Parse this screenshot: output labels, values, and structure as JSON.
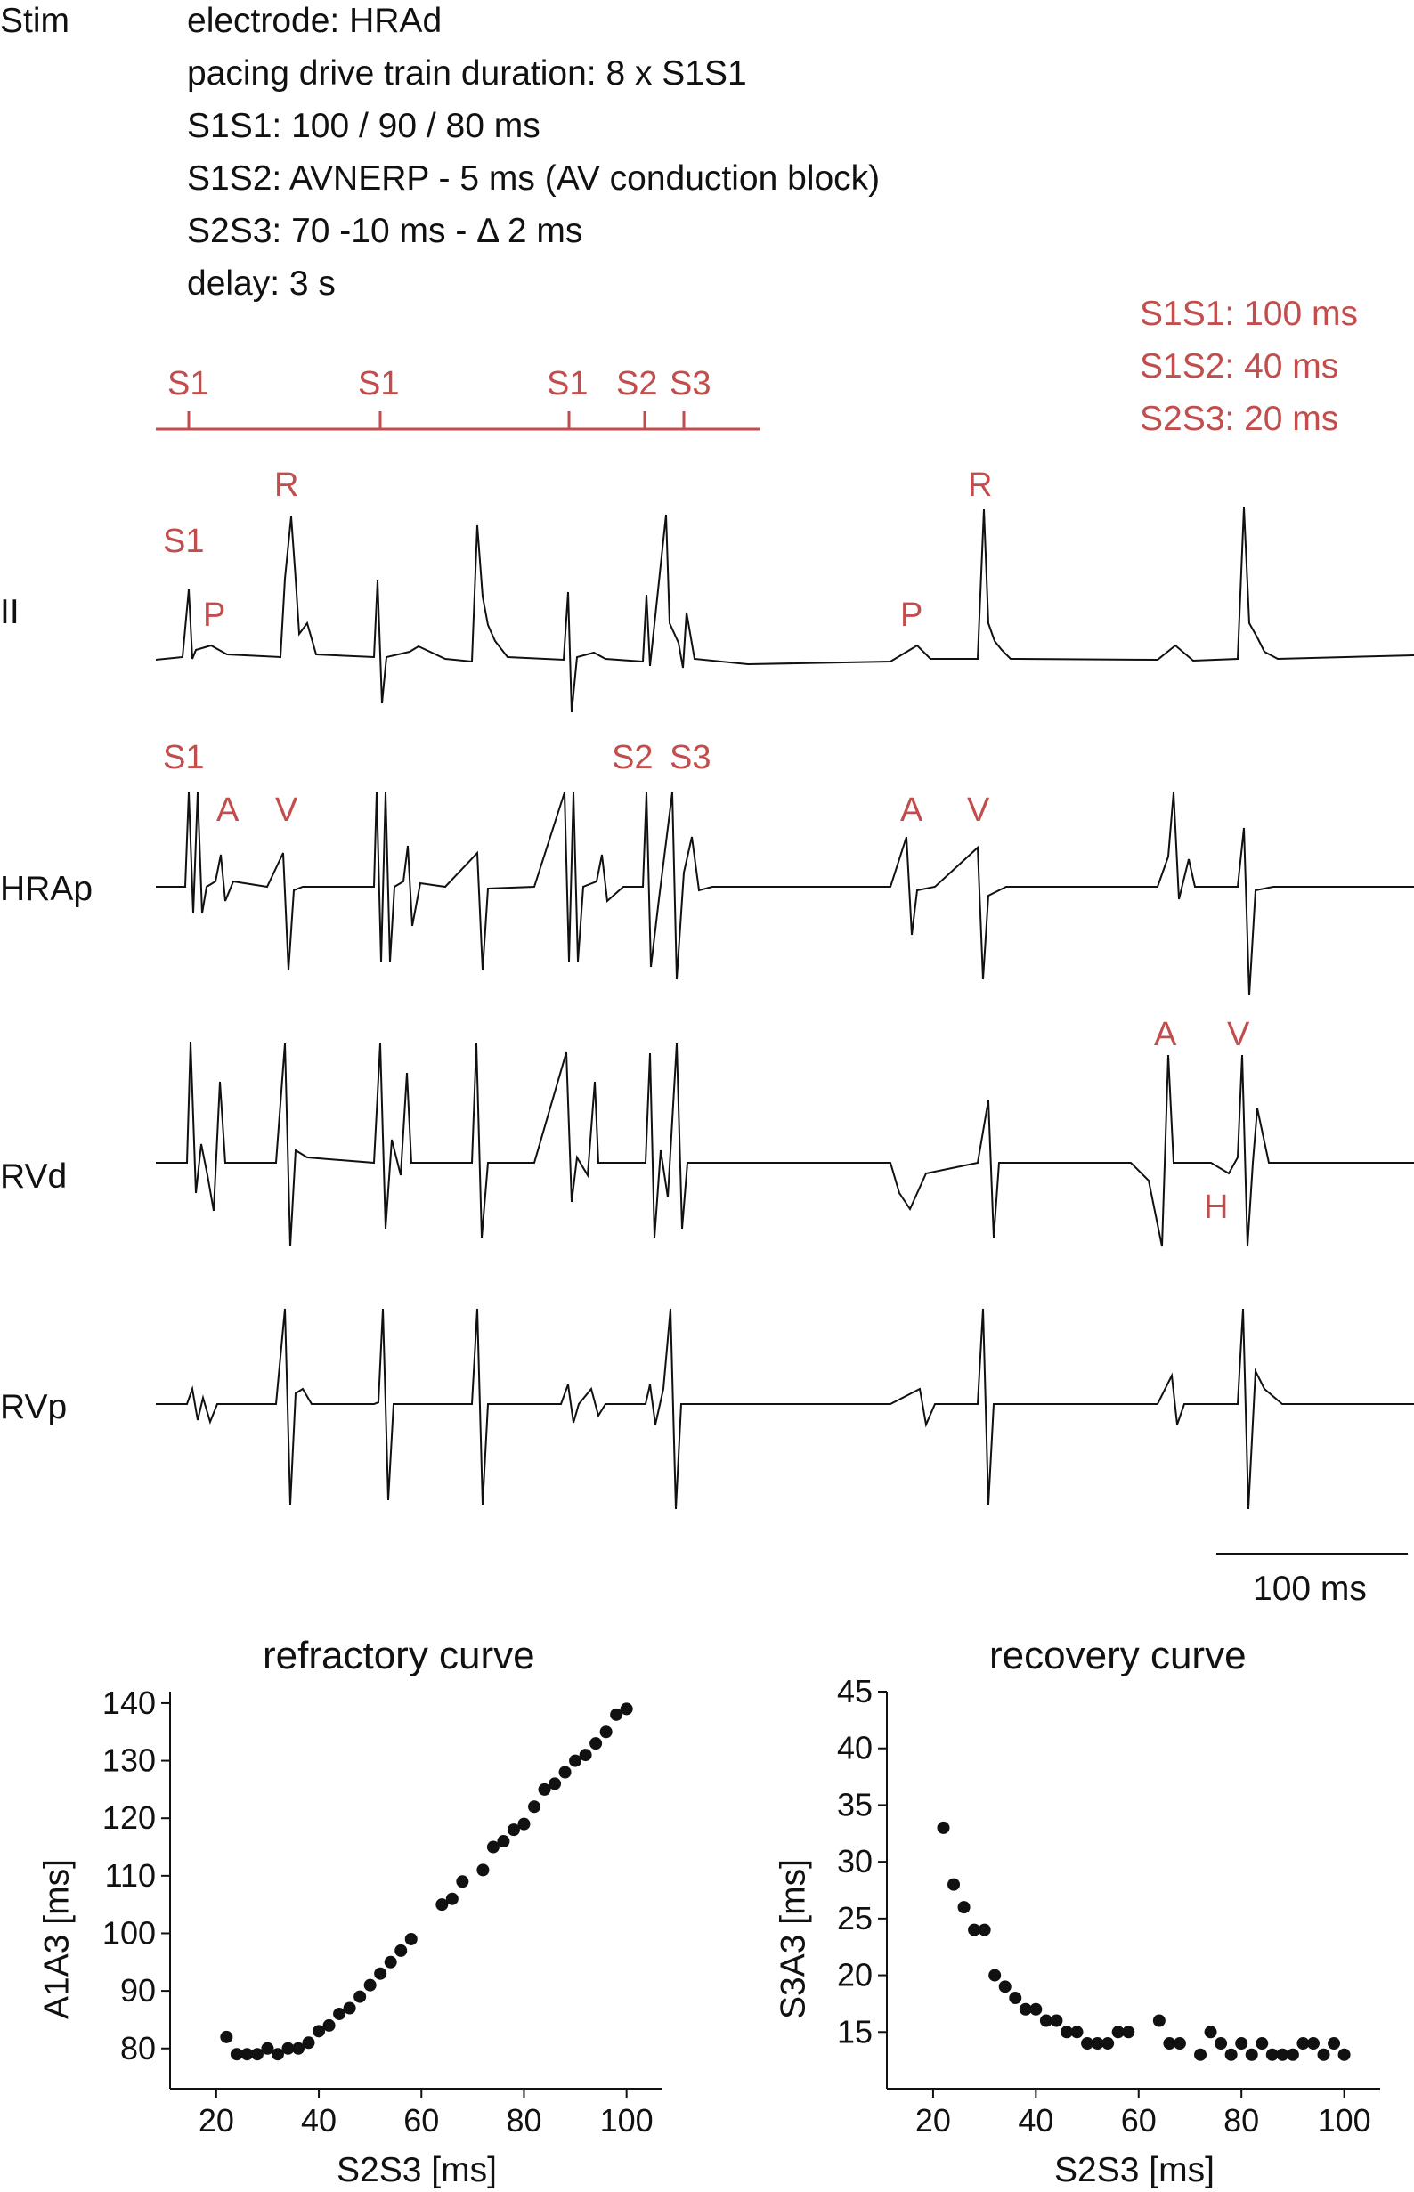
{
  "header": {
    "stim_label": "Stim",
    "lines": [
      "electrode: HRAd",
      "pacing drive train duration: 8 x S1S1",
      "S1S1: 100 / 90 / 80 ms",
      "S1S2: AVNERP - 5 ms (AV conduction block)",
      "S2S3: 70 -10 ms - Δ 2 ms",
      "delay: 3 s"
    ]
  },
  "protocol": {
    "lines": [
      "S1S1: 100 ms",
      "S1S2: 40 ms",
      "S2S3: 20 ms"
    ],
    "stim_markers": [
      "S1",
      "S1",
      "S1",
      "S2",
      "S3"
    ]
  },
  "traces": {
    "labels": [
      "II",
      "HRAp",
      "RVd",
      "RVp"
    ],
    "annotations": {
      "ii": [
        "S1",
        "P",
        "R",
        "R",
        "P"
      ],
      "hrap": [
        "S1",
        "A",
        "V",
        "S2",
        "S3",
        "A",
        "V"
      ],
      "rvd": [
        "A",
        "V",
        "H"
      ]
    },
    "scale_bar_label": "100 ms"
  },
  "colors": {
    "annotation": "#c24d4d",
    "trace": "#111111"
  },
  "chart_data": [
    {
      "type": "scatter",
      "title": "refractory curve",
      "xlabel": "S2S3 [ms]",
      "ylabel": "A1A3 [ms]",
      "xlim": [
        11,
        107
      ],
      "ylim": [
        73,
        142
      ],
      "xticks": [
        20,
        40,
        60,
        80,
        100
      ],
      "yticks": [
        80,
        90,
        100,
        110,
        120,
        130,
        140
      ],
      "x": [
        22,
        24,
        26,
        28,
        30,
        32,
        34,
        36,
        38,
        40,
        42,
        44,
        46,
        48,
        50,
        52,
        54,
        56,
        58,
        64,
        66,
        68,
        72,
        74,
        76,
        78,
        80,
        82,
        84,
        86,
        88,
        90,
        92,
        94,
        96,
        98,
        100
      ],
      "y": [
        82,
        79,
        79,
        79,
        80,
        79,
        80,
        80,
        81,
        83,
        84,
        86,
        87,
        89,
        91,
        93,
        95,
        97,
        99,
        105,
        106,
        109,
        111,
        115,
        116,
        118,
        119,
        122,
        125,
        126,
        128,
        130,
        131,
        133,
        135,
        138,
        139
      ]
    },
    {
      "type": "scatter",
      "title": "recovery curve",
      "xlabel": "S2S3 [ms]",
      "ylabel": "S3A3 [ms]",
      "xlim": [
        11,
        107
      ],
      "ylim": [
        10,
        45
      ],
      "xticks": [
        20,
        40,
        60,
        80,
        100
      ],
      "yticks": [
        15,
        20,
        25,
        30,
        35,
        40,
        45
      ],
      "x": [
        22,
        24,
        26,
        28,
        30,
        32,
        34,
        36,
        38,
        40,
        42,
        44,
        46,
        48,
        50,
        52,
        54,
        56,
        58,
        64,
        66,
        68,
        72,
        74,
        76,
        78,
        80,
        82,
        84,
        86,
        88,
        90,
        92,
        94,
        96,
        98,
        100
      ],
      "y": [
        33,
        28,
        26,
        24,
        24,
        20,
        19,
        18,
        17,
        17,
        16,
        16,
        15,
        15,
        14,
        14,
        14,
        15,
        15,
        16,
        14,
        14,
        13,
        15,
        14,
        13,
        14,
        13,
        14,
        13,
        13,
        13,
        14,
        14,
        13,
        14,
        13
      ]
    }
  ]
}
